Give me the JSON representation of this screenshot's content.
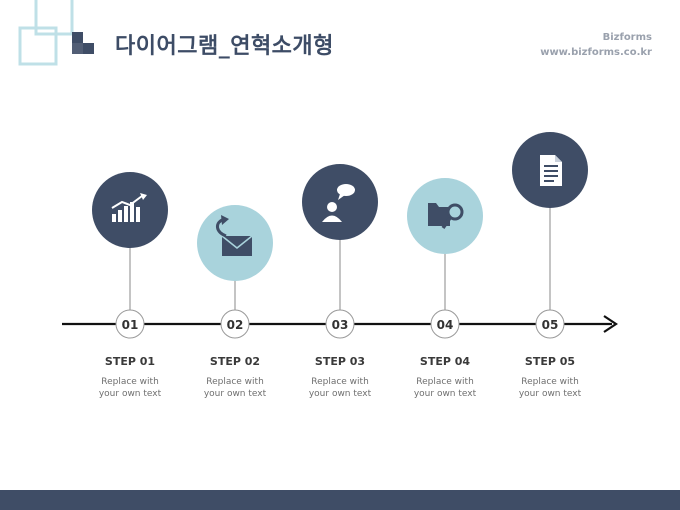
{
  "title": "다이어그램_연혁소개형",
  "brand": {
    "name": "Bizforms",
    "url": "www.bizforms.co.kr"
  },
  "colors": {
    "navy": "#3f4d66",
    "lightblue": "#a9d3dc",
    "line": "#111111"
  },
  "steps": [
    {
      "number": "01",
      "label": "STEP 01",
      "desc1": "Replace with",
      "desc2": "your own text",
      "icon": "bar-chart-growth-icon",
      "color": "navy"
    },
    {
      "number": "02",
      "label": "STEP 02",
      "desc1": "Replace with",
      "desc2": "your own text",
      "icon": "envelope-reply-icon",
      "color": "lightblue"
    },
    {
      "number": "03",
      "label": "STEP 03",
      "desc1": "Replace with",
      "desc2": "your own text",
      "icon": "person-speech-icon",
      "color": "navy"
    },
    {
      "number": "04",
      "label": "STEP 04",
      "desc1": "Replace with",
      "desc2": "your own text",
      "icon": "folder-search-icon",
      "color": "lightblue"
    },
    {
      "number": "05",
      "label": "STEP 05",
      "desc1": "Replace with",
      "desc2": "your own text",
      "icon": "document-icon",
      "color": "navy"
    }
  ]
}
